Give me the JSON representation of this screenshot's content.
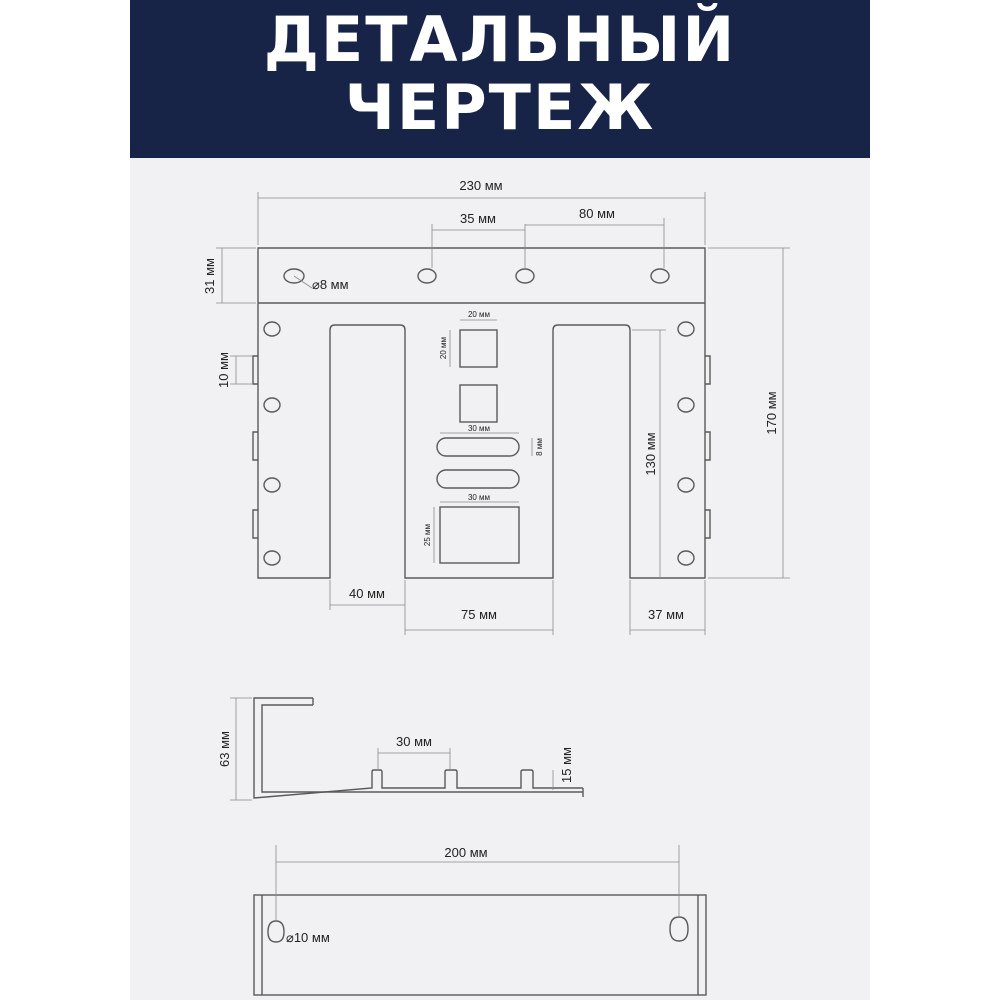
{
  "header": {
    "line1": "ДЕТАЛЬНЫЙ",
    "line2": "ЧЕРТЕЖ"
  },
  "colors": {
    "header_bg": "#172347",
    "panel_bg": "#f1f1f3",
    "line": "#5a5a5a"
  },
  "front": {
    "width": "230 мм",
    "pitch_a": "35 мм",
    "pitch_b": "80 мм",
    "top_band": "31 мм",
    "hole_dia": "⌀8 мм",
    "tab": "10 мм",
    "height": "170 мм",
    "slot_height": "130 мм",
    "sq1_w": "20 мм",
    "sq1_h": "20 мм",
    "slot_w": "30 мм",
    "slot_h": "8 мм",
    "rect_w": "30 мм",
    "rect_h": "25 мм",
    "prong": "40 мм",
    "gap": "75 мм",
    "edge": "37 мм"
  },
  "side": {
    "height": "63 мм",
    "pitch": "30 мм",
    "notch": "15 мм"
  },
  "bottom": {
    "span": "200 мм",
    "hole_dia": "⌀10 мм"
  }
}
